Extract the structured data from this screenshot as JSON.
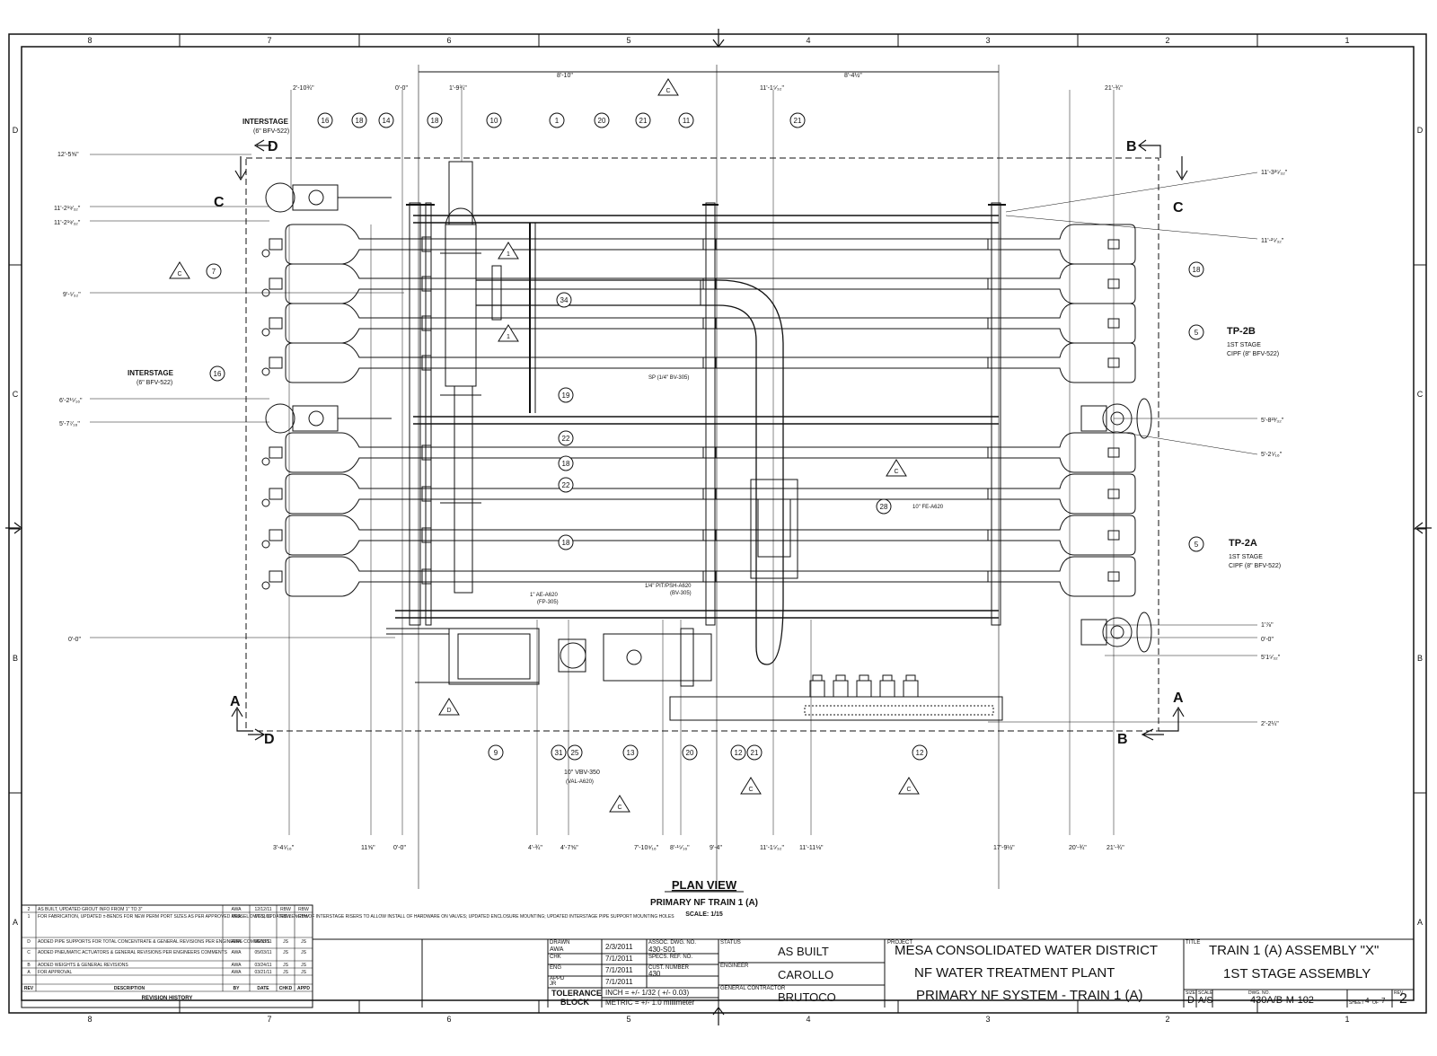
{
  "view": {
    "title": "PLAN VIEW",
    "subtitle": "PRIMARY NF TRAIN 1 (A)",
    "scale": "SCALE: 1/15"
  },
  "border": {
    "columns": [
      "8",
      "7",
      "6",
      "5",
      "4",
      "3",
      "2",
      "1"
    ],
    "rows": [
      "D",
      "C",
      "B",
      "A"
    ]
  },
  "sections": {
    "a": "A",
    "b": "B",
    "c": "C",
    "d": "D"
  },
  "labels": {
    "interstage_top": "INTERSTAGE",
    "interstage_top_sub": "(6\" BFV-522)",
    "interstage_mid": "INTERSTAGE",
    "interstage_mid_sub": "(6\" BFV-522)",
    "tp2b": "TP-2B",
    "tp2b_l1": "1ST STAGE",
    "tp2b_l2": "CIPF (8\" BFV-522)",
    "tp2a": "TP-2A",
    "tp2a_l1": "1ST STAGE",
    "tp2a_l2": "CIPF (8\" BFV-522)",
    "sp": "SP (1/4\" BV-305)",
    "fe": "10\" FE-A620",
    "ae": "1\" AE-A620",
    "ae_sub": "(FP-305)",
    "pit": "1/4\" PIT/PSH-A620",
    "pit_sub": "(BV-305)",
    "vbv": "10\" VBV-350",
    "vbv_sub": "(VAL-A620)"
  },
  "dims": {
    "top_span_left": "8'-10\"",
    "top_span_right": "8'-4½\"",
    "t1": "2'-10¾\"",
    "t2": "0'-0\"",
    "t3": "1'-9¾\"",
    "t4": "11'-1⁵⁄₃₂\"",
    "t5": "21'-¾\"",
    "l1": "12'-5⅝\"",
    "l2": "11'-2¹⁹⁄₃₂\"",
    "l3": "11'-2¹⁹⁄₃₂\"",
    "l4": "9'-⁵⁄₃₂\"",
    "l5": "6'-2¹⁵⁄₁₆\"",
    "l6": "5'-7⁷⁄₁₆\"",
    "l7": "0'-0\"",
    "r1": "11'-3²⁵⁄₃₂\"",
    "r2": "11'-²⁵⁄₃₂\"",
    "r3": "5'-8²³⁄₃₂\"",
    "r4": "5'-2⁵⁄₁₆\"",
    "r5": "1'⅞\"",
    "r6": "0'-0\"",
    "r7": "5'1⁵⁄₃₂\"",
    "r8": "2'-2¼\"",
    "b1": "3'-4⁵⁄₁₆\"",
    "b2": "11⅝\"",
    "b3": "0'-0\"",
    "b4": "4'-¾\"",
    "b5": "4'-7⅝\"",
    "b6": "7'-10⁹⁄₁₆\"",
    "b7": "8'-¹⁵⁄₁₆\"",
    "b8": "9'-4\"",
    "b9": "11'-1⁵⁄₃₂\"",
    "b10": "11'-11⅛\"",
    "b11": "17'-9½\"",
    "b12": "20'-¾\"",
    "b13": "21'-¾\""
  },
  "balloons": {
    "n16a": "16",
    "n18a": "18",
    "n14": "14",
    "n18b": "18",
    "n10": "10",
    "n1": "1",
    "n20a": "20",
    "n21a": "21",
    "n11": "11",
    "n21b": "21",
    "n7": "7",
    "n16b": "16",
    "n34": "34",
    "n19": "19",
    "n22a": "22",
    "n18c": "18",
    "n22b": "22",
    "n18d": "18",
    "n18e": "18",
    "n5a": "5",
    "n5b": "5",
    "n28": "28",
    "n9": "9",
    "n31": "31",
    "n25": "25",
    "n13": "13",
    "n20b": "20",
    "n12a": "12",
    "n21c": "21",
    "n12b": "12"
  },
  "revisions": {
    "headers": {
      "rev": "REV",
      "desc": "DESCRIPTION",
      "by": "BY",
      "date": "DATE",
      "chkd": "CHKD",
      "appd": "APPD"
    },
    "title": "REVISION HISTORY",
    "rows": [
      {
        "rev": "2",
        "desc": "AS BUILT, UPDATED GROUT INFO FROM 1\" TO 3\"",
        "by": "AWA",
        "date": "12/12/11",
        "chkd": "RBW",
        "appd": "RBW"
      },
      {
        "rev": "1",
        "desc": "FOR FABRICATION, UPDATED ±-BENDS FOR NEW PERM PORT SIZES AS PER APPROVED VESSEL DWGS; UPDATED LENGTH OF INTERSTAGE RISERS TO ALLOW INSTALL OF HARDWARE ON VALVES; UPDATED ENCLOSURE MOUNTING; UPDATED INTERSTAGE PIPE SUPPORT MOUNTING HOLES",
        "by": "AWA",
        "date": "07/11/11",
        "chkd": "RBW",
        "appd": "RBW"
      },
      {
        "rev": "D",
        "desc": "ADDED PIPE SUPPORTS FOR TOTAL CONCENTRATE & GENERAL REVISIONS PER ENGINEERS COMMENTS",
        "by": "AWA",
        "date": "06/03/11",
        "chkd": "JS",
        "appd": "JS"
      },
      {
        "rev": "C",
        "desc": "ADDED PNEUMATIC ACTUATORS & GENERAL REVISIONS PER ENGINEERS COMMENTS",
        "by": "AWA",
        "date": "05/03/11",
        "chkd": "JS",
        "appd": "JS"
      },
      {
        "rev": "B",
        "desc": "ADDED WEIGHTS & GENERAL REVISIONS",
        "by": "AWA",
        "date": "03/24/11",
        "chkd": "JS",
        "appd": "JS"
      },
      {
        "rev": "A",
        "desc": "FOR APPROVAL",
        "by": "AWA",
        "date": "03/21/11",
        "chkd": "JS",
        "appd": "JS"
      }
    ]
  },
  "titleblock": {
    "drawn_label": "DRAWN",
    "drawn": "AWA",
    "drawn_date": "2/3/2011",
    "chk_label": "CHK",
    "chk_date": "7/1/2011",
    "eng_label": "ENG",
    "eng_date": "7/1/2011",
    "appd_label": "APPD",
    "appd": "JR",
    "appd_date": "7/1/2011",
    "assoc_label": "ASSOC. DWG. NO.",
    "assoc": "430-S01",
    "spec_label": "SPECS. REF. NO.",
    "cust_label": "CUST. NUMBER",
    "cust": "430",
    "tolerance": "TOLERANCE",
    "block": "BLOCK",
    "tol_inch": "INCH = +/- 1/32 ( +/- 0.03)",
    "tol_metric": "METRIC = +/- 1.0 millimeter",
    "status_label": "STATUS",
    "status": "AS BUILT",
    "engineer_label": "ENGINEER",
    "engineer": "CAROLLO",
    "gc_label": "GENERAL CONTRACTOR",
    "gc": "BRUTOCO",
    "project_label": "PROJECT",
    "project_1": "MESA CONSOLIDATED WATER DISTRICT",
    "project_2": "NF WATER TREATMENT PLANT",
    "project_3": "PRIMARY NF SYSTEM - TRAIN 1 (A)",
    "title_label": "TITLE",
    "title_1": "TRAIN 1 (A) ASSEMBLY \"X\"",
    "title_2": "1ST STAGE ASSEMBLY",
    "size_label": "SIZE",
    "size": "D",
    "scale_label": "SCALE",
    "scale": "A/S",
    "dwg_label": "DWG. NO.",
    "dwg": "430A/B-M-102",
    "sheet_label": "SHEET",
    "sheet": "4",
    "of_label": "OF",
    "of": "7",
    "rev_label": "REV",
    "rev": "2"
  },
  "colors": {
    "ink": "#111111",
    "paper": "#ffffff"
  }
}
